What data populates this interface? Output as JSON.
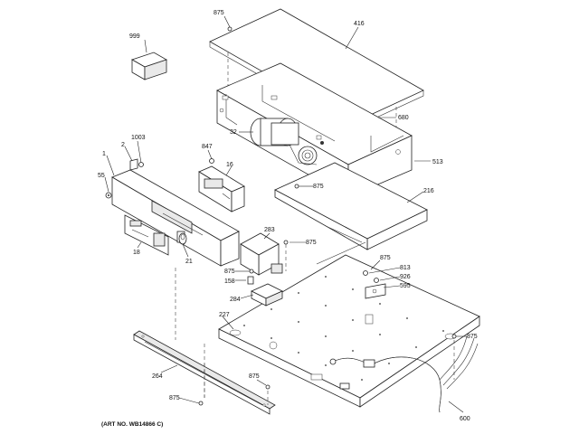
{
  "diagram": {
    "art_number": "(ART NO. WB14866 C)",
    "callouts": {
      "c875_top": "875",
      "c416": "416",
      "c999": "999",
      "c680": "680",
      "c1003": "1003",
      "c2": "2",
      "c1": "1",
      "c847": "847",
      "c32": "32",
      "c513": "513",
      "c55": "55",
      "c16": "16",
      "c875_mid": "875",
      "c216": "216",
      "c283": "283",
      "c875_283": "875",
      "c18": "18",
      "c21": "21",
      "c875_813": "875",
      "c813": "813",
      "c926": "926",
      "c595": "595",
      "c875_158": "875",
      "c158": "158",
      "c284": "284",
      "c227": "227",
      "c875_right": "875",
      "c264": "264",
      "c875_lower": "875",
      "c875_bottom": "875",
      "c600": "600"
    }
  }
}
